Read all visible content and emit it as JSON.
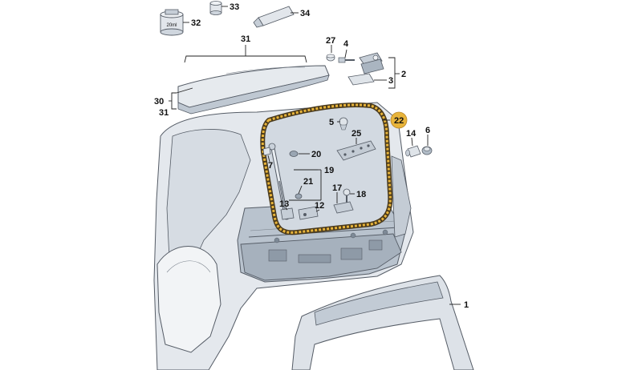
{
  "colors": {
    "background": "#ffffff",
    "body_fill": "#e4e8ed",
    "body_shade": "#cfd6de",
    "frame_fill": "#b9c3ce",
    "frame_dark": "#9aa6b3",
    "outline": "#555c66",
    "seal_highlight": "#e8b43a",
    "seal_dark": "#4a3a1c",
    "label_text": "#111111"
  },
  "parts": {
    "p1": "1",
    "p2": "2",
    "p3": "3",
    "p4": "4",
    "p5": "5",
    "p6": "6",
    "p7": "7",
    "p12": "12",
    "p13": "13",
    "p14": "14",
    "p17": "17",
    "p18": "18",
    "p19": "19",
    "p20": "20",
    "p21": "21",
    "p22": "22",
    "p25": "25",
    "p27": "27",
    "p30": "30",
    "p31": "31",
    "p32": "32",
    "p33": "33",
    "p34": "34"
  },
  "can_label": "20ml",
  "highlighted_part": "22"
}
